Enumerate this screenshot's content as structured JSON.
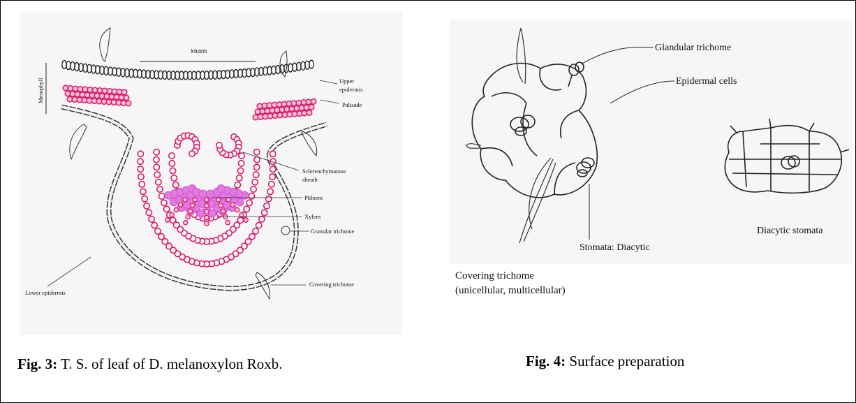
{
  "fig3": {
    "labels": {
      "midrib": "Midrib",
      "mesophyll": "Mesophyll",
      "upper_epidermis_1": "Upper",
      "upper_epidermis_2": "epidermis",
      "palisade": "Palisade",
      "sclerenchymatous_1": "Sclerenchymatous",
      "sclerenchymatous_2": "sheath",
      "phloem": "Phloem",
      "xylem": "Xylem",
      "granular_trichome": "Granular trichome",
      "lower_epidermis": "Lower epidermis",
      "covering_trichome": "Covering trichome"
    },
    "caption_bold": "Fig. 3:",
    "caption_text": " T. S. of leaf of D. melanoxylon Roxb.",
    "colors": {
      "palisade": "#d81b6a",
      "phloem": "#e07ae0",
      "ink": "#222222"
    }
  },
  "fig4": {
    "labels": {
      "glandular_trichome": "Glandular trichome",
      "epidermal_cells": "Epidermal cells",
      "stomata_diacytic": "Stomata: Diacytic",
      "diacytic_stomata": "Diacytic stomata",
      "covering_trichome_1": "Covering trichome",
      "covering_trichome_2": "(unicellular, multicellular)"
    },
    "caption_bold": "Fig. 4:",
    "caption_text": " Surface preparation"
  }
}
